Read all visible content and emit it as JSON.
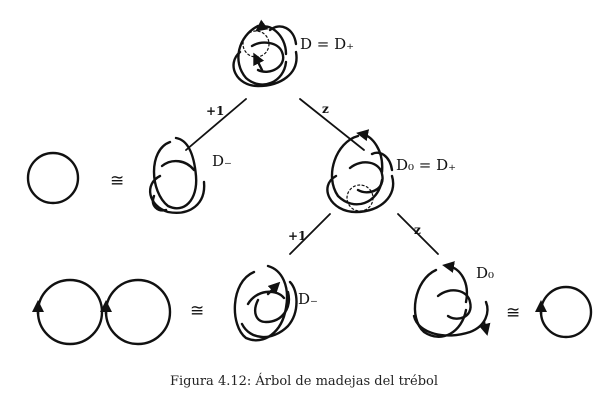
{
  "diagram": {
    "root_label": "D = D₊",
    "left_label": "D₋",
    "right_label": "D₀ = D₊",
    "left2_label": "D₋",
    "right2_label": "D₀",
    "edge_top_left": "+1",
    "edge_top_right": "z",
    "edge_mid_left": "+1",
    "edge_mid_right": "z",
    "congruence": "≅"
  },
  "caption": "Figura 4.12: Árbol de madejas del trébol",
  "colors": {
    "ink": "#111111",
    "background": "#ffffff"
  }
}
